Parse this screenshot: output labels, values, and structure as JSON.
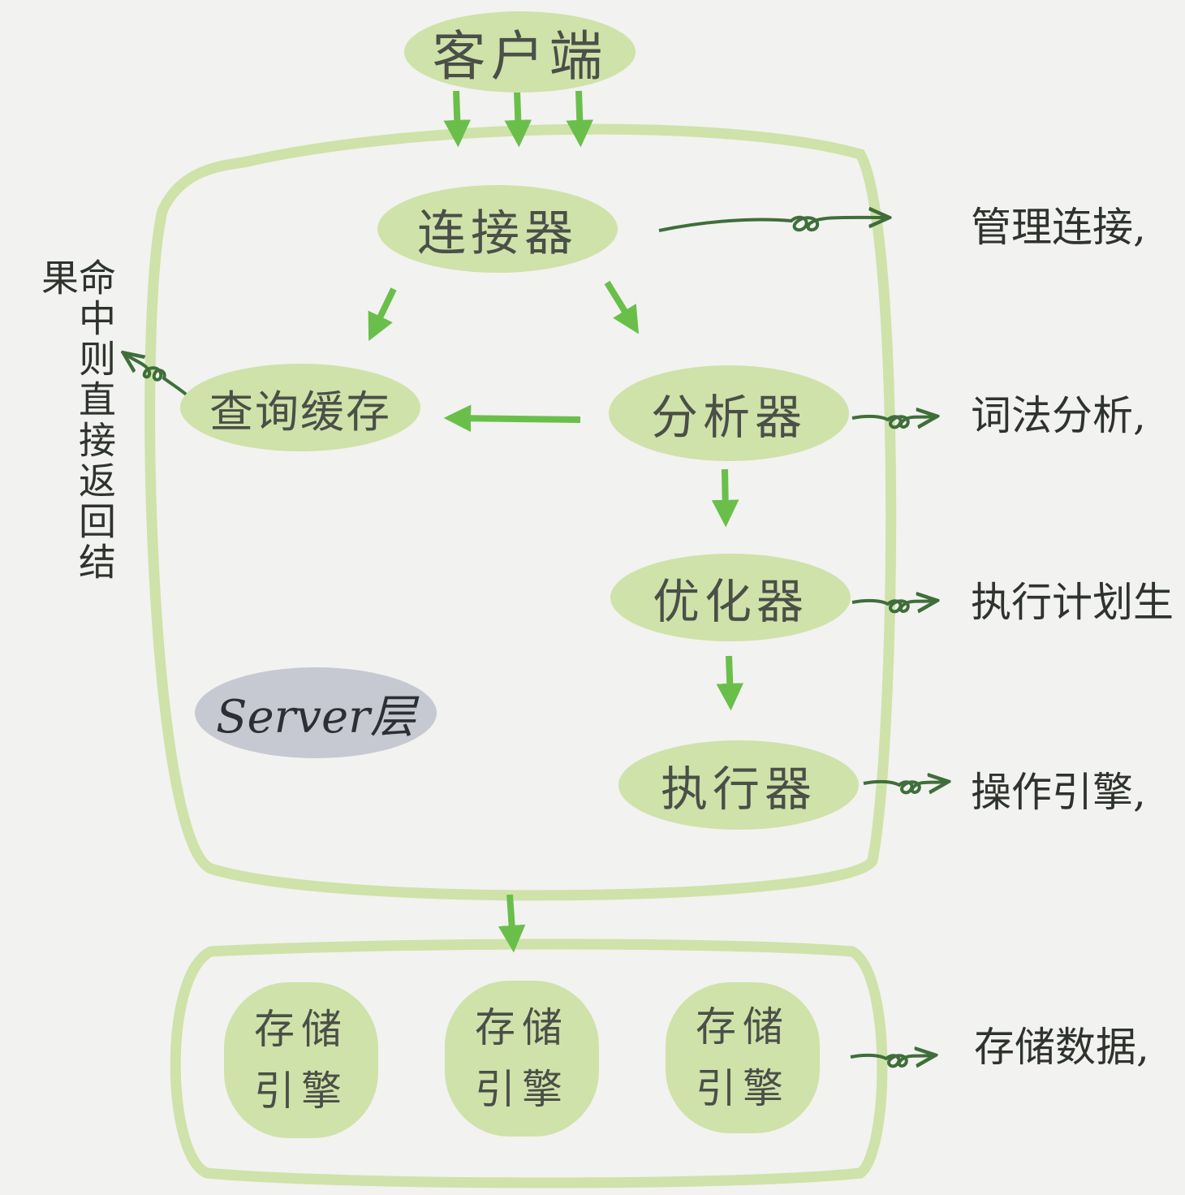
{
  "nodes": {
    "client": "客户端",
    "connector": "连接器",
    "query_cache": "查询缓存",
    "analyzer": "分析器",
    "optimizer": "优化器",
    "executor": "执行器",
    "engine_1": "存储\n引擎",
    "engine_2": "存储\n引擎",
    "engine_3": "存储\n引擎"
  },
  "server_label": "Server层",
  "cache_hit_note": "命中则直接返回结果",
  "side_notes": {
    "connector": "管理连接,",
    "analyzer": "词法分析,",
    "optimizer": "执行计划生",
    "executor": "操作引擎,",
    "engines": "存储数据,"
  },
  "colors": {
    "background": "#f2f2f0",
    "node_fill": "#cfe2a9",
    "container_stroke": "#cfe2a9",
    "flow_arrow": "#6abf4b",
    "note_arrow": "#3f6e3a",
    "server_badge": "#c6c9d1"
  }
}
